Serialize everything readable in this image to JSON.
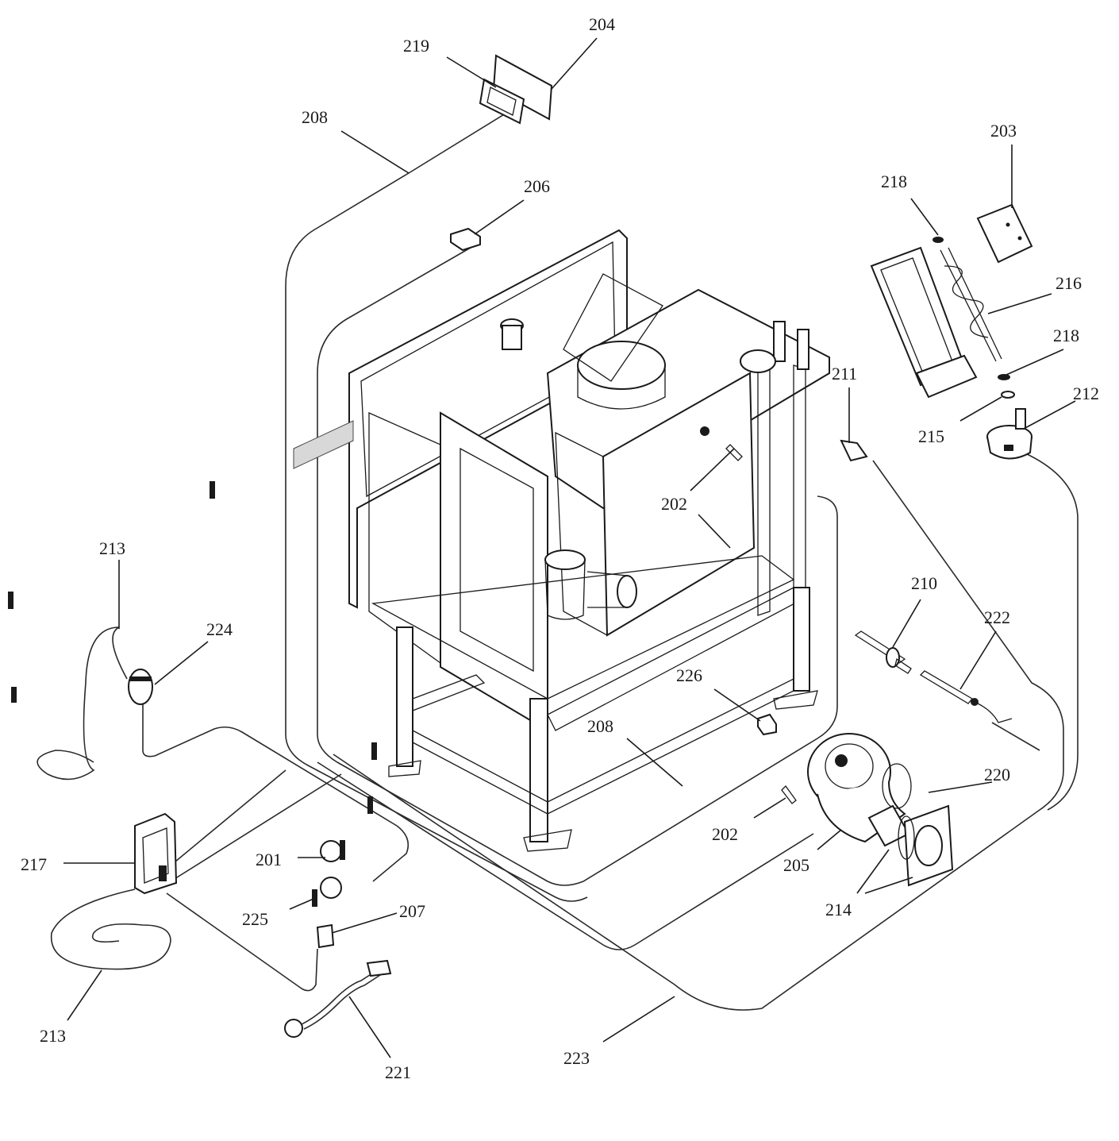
{
  "callouts": {
    "c201": "201",
    "c202a": "202",
    "c202b": "202",
    "c203": "203",
    "c204": "204",
    "c205": "205",
    "c206": "206",
    "c207": "207",
    "c208a": "208",
    "c208b": "208",
    "c210": "210",
    "c211": "211",
    "c212": "212",
    "c213a": "213",
    "c213b": "213",
    "c214": "214",
    "c215": "215",
    "c216": "216",
    "c217": "217",
    "c218a": "218",
    "c218b": "218",
    "c219": "219",
    "c220": "220",
    "c221": "221",
    "c222": "222",
    "c223": "223",
    "c224": "224",
    "c225": "225",
    "c226": "226"
  }
}
